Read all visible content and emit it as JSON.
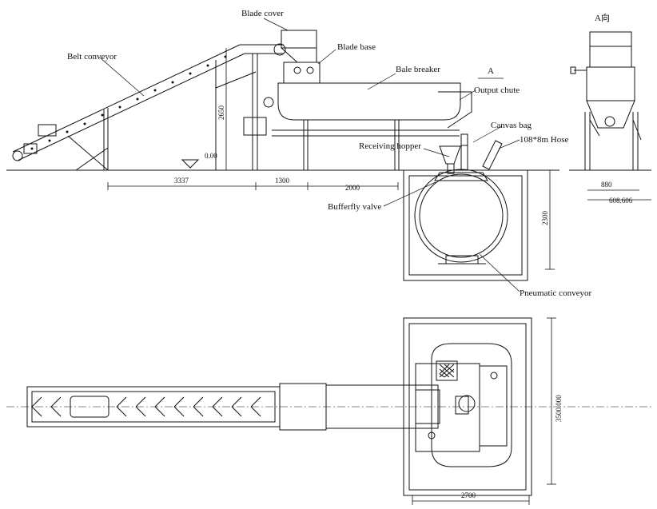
{
  "labels": {
    "blade_cover": "Blade cover",
    "blade_base": "Blade base",
    "belt_conveyor": "Belt conveyor",
    "bale_breaker": "Bale breaker",
    "view_a_arrow": "A",
    "view_a_title": "A向",
    "output_chute": "Output chute",
    "canvas_bag": "Canvas bag",
    "receiving_hopper": "Receiving hopper",
    "hose": "108*8m Hose",
    "butterfly_valve": "Bufferfly valve",
    "pneumatic_conveyor": "Pneumatic conveyor"
  },
  "dimensions": {
    "height_2650": "2650",
    "level_000": "0.00",
    "len_3337": "3337",
    "len_1300": "1300",
    "len_2000": "2000",
    "pit_depth_2300": "2300",
    "side_880": "880",
    "side_608": "608.606",
    "plan_3500": "3500.000",
    "plan_2700": "2700"
  }
}
